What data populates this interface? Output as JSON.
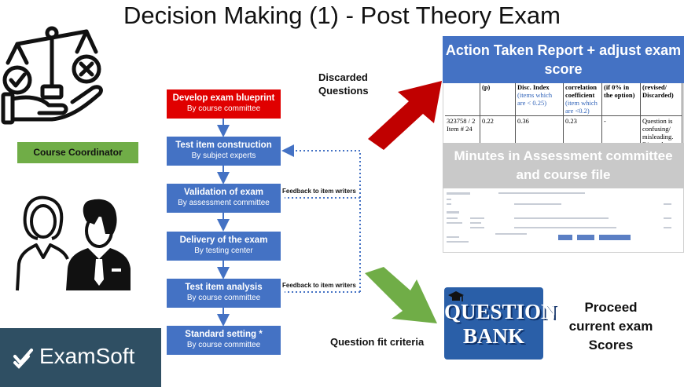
{
  "title": "Decision Making (1)  - Post  Theory Exam",
  "left": {
    "coordinator_label": "Course Coordinator",
    "logo_text": "ExamSoft",
    "icons": [
      "scales-of-justice-icon",
      "people-icon",
      "examsoft-logo"
    ]
  },
  "flow": {
    "steps": [
      {
        "title": "Develop exam blueprint",
        "subtitle": "By course committee"
      },
      {
        "title": "Test item construction",
        "subtitle": "By subject experts"
      },
      {
        "title": "Validation of exam",
        "subtitle": "By assessment committee"
      },
      {
        "title": "Delivery of the exam",
        "subtitle": "By  testing center"
      },
      {
        "title": "Test item analysis",
        "subtitle": "By course committee"
      },
      {
        "title": "Standard setting *",
        "subtitle": "By course committee"
      }
    ],
    "feedback_label_1": "Feedback to item writers",
    "feedback_label_2": "Feedback to item writers"
  },
  "arrows": {
    "discarded_label": "Discarded\nQuestions",
    "question_fit_label": "Question fit criteria",
    "discarded_color": "#c00000",
    "fit_color": "#70ad47"
  },
  "report": {
    "header": "Action Taken Report +  adjust exam score",
    "table_header": [
      "(p)",
      "Disc. Index",
      "(items which are < 0.25)",
      "correlation coefficient",
      "(item which are <0.2)",
      "(if 0% in the option)",
      "(revised/ Discarded)"
    ],
    "row": {
      "item": "323758 / 2 Item # 24",
      "p": "0.22",
      "disc": "0.36",
      "corr": "0.23",
      "option": "-",
      "action": "Question is confusing/ misleading. Discard question"
    },
    "minutes": "Minutes in Assessment committee and course file"
  },
  "bank": {
    "line1": "QUESTION",
    "line2": "BANK"
  },
  "proceed": "Proceed current exam Scores",
  "colors": {
    "step_blue": "#4472c4",
    "step_red": "#e00000",
    "coordinator_green": "#70ad47",
    "examsoft_bg": "#2f4f63"
  }
}
